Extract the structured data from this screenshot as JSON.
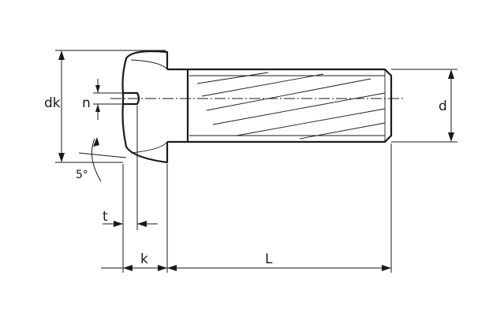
{
  "labels": {
    "dk": "dk",
    "n": "n",
    "d": "d",
    "angle": "5°",
    "t": "t",
    "k": "k",
    "L": "L"
  }
}
